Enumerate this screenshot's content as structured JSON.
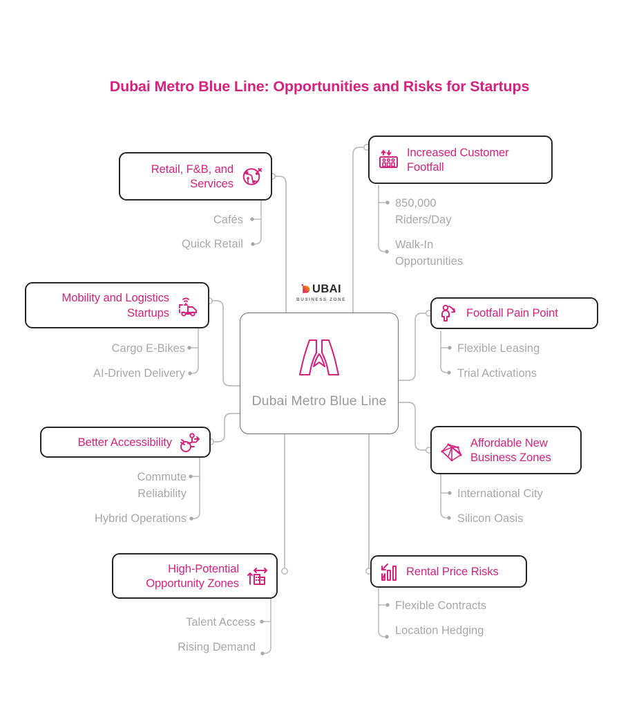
{
  "title": "Dubai Metro Blue Line: Opportunities and Risks for Startups",
  "colors": {
    "accent": "#D6227F",
    "node_border": "#262626",
    "center_border": "#6d6d6d",
    "sub_text": "#a8a8a8",
    "connector": "#bcbcbc",
    "center_text": "#9a9a9a"
  },
  "brand": {
    "name": "UBAI",
    "tagline": "BUSINESS ZONE",
    "mark": "dubai-d-logo"
  },
  "center": {
    "label": "Dubai Metro\nBlue Line",
    "icon": "metro-arch-icon"
  },
  "branches": [
    {
      "id": "retail-fnb-services",
      "label": "Retail, F&B, and\nServices",
      "icon": "globe-network-icon",
      "side": "left",
      "children": [
        "Cafés",
        "Quick Retail"
      ]
    },
    {
      "id": "increased-customer-footfall",
      "label": "Increased Customer\nFootfall",
      "icon": "elevator-people-icon",
      "side": "right",
      "children": [
        "850,000\nRiders/Day",
        "Walk-In\nOpportunities"
      ]
    },
    {
      "id": "mobility-logistics-startups",
      "label": "Mobility and Logistics\nStartups",
      "icon": "smart-delivery-truck-icon",
      "side": "left",
      "children": [
        "Cargo E-Bikes",
        "AI-Driven Delivery"
      ]
    },
    {
      "id": "footfall-pain-point",
      "label": "Footfall Pain Point",
      "icon": "person-declining-arrow-icon",
      "side": "right",
      "children": [
        "Flexible Leasing",
        "Trial Activations"
      ]
    },
    {
      "id": "better-accessibility",
      "label": "Better Accessibility",
      "icon": "wheelchair-accessibility-icon",
      "side": "left",
      "children": [
        "Commute\nReliability",
        "Hybrid Operations"
      ]
    },
    {
      "id": "affordable-new-business-zones",
      "label": "Affordable New\nBusiness Zones",
      "icon": "mesh-network-icon",
      "side": "right",
      "children": [
        "International City",
        "Silicon Oasis"
      ]
    },
    {
      "id": "high-potential-opportunity-zones",
      "label": "High-Potential\nOpportunity Zones",
      "icon": "building-expand-icon",
      "side": "left",
      "children": [
        "Talent Access",
        "Rising Demand"
      ]
    },
    {
      "id": "rental-price-risks",
      "label": "Rental Price Risks",
      "icon": "bar-chart-arrow-icon",
      "side": "right",
      "children": [
        "Flexible Contracts",
        "Location Hedging"
      ]
    }
  ]
}
